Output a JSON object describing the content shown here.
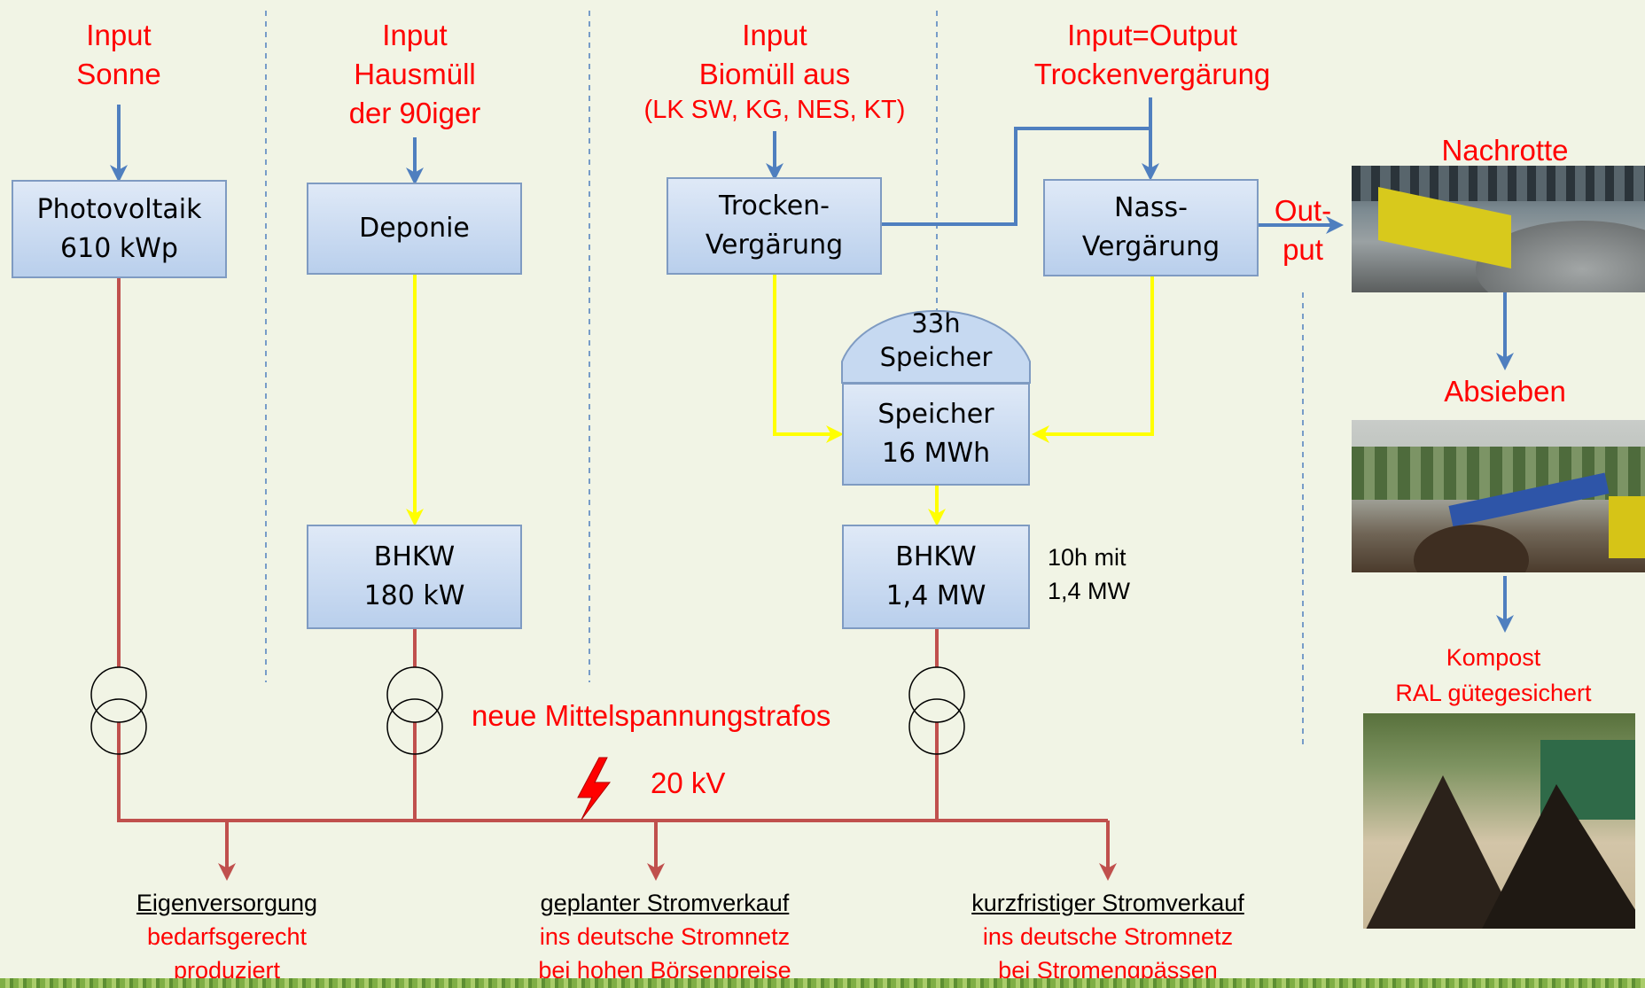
{
  "inputs": {
    "sonne": [
      "Input",
      "Sonne"
    ],
    "hausmuell": [
      "Input",
      "Hausmüll",
      "der 90iger"
    ],
    "biomuell": [
      "Input",
      "Biomüll aus"
    ],
    "biomuell_sub": "(LK SW, KG, NES, KT)",
    "io": [
      "Input=Output",
      "Trockenvergärung"
    ]
  },
  "boxes": {
    "pv": [
      "Photovoltaik",
      "610 kWp"
    ],
    "deponie": "Deponie",
    "trocken": [
      "Trocken-",
      "Vergärung"
    ],
    "nass": [
      "Nass-",
      "Vergärung"
    ],
    "dome": [
      "33h",
      "Speicher"
    ],
    "speicher": [
      "Speicher",
      "16 MWh"
    ],
    "bhkw1": [
      "BHKW",
      "180 kW"
    ],
    "bhkw2": [
      "BHKW",
      "1,4 MW"
    ]
  },
  "bhkw2_note": [
    "10h mit",
    "1,4 MW"
  ],
  "output_label": [
    "Out-",
    "put"
  ],
  "mittelspannung": "neue Mittelspannungstrafos",
  "voltage": "20 kV",
  "outputs": [
    {
      "title": "Eigenversorgung",
      "lines": [
        "bedarfsgerecht",
        "produziert"
      ]
    },
    {
      "title": "geplanter Stromverkauf ",
      "lines": [
        "ins deutsche Stromnetz",
        "bei hohen Börsenpreise"
      ]
    },
    {
      "title": "kurzfristiger Stromverkauf",
      "lines": [
        "ins deutsche Stromnetz",
        "bei Stromengpässen"
      ]
    }
  ],
  "compost": {
    "nachrotte": "Nachrotte",
    "absieben": "Absieben",
    "kompost": [
      "Kompost",
      "RAL gütegesichert"
    ]
  },
  "colors": {
    "red_text": "#ff0000",
    "blue_arrow": "#4f7fbf",
    "yellow_line": "#ffff00",
    "power_line": "#c0504d",
    "box_fill": "#c6d9f1",
    "background": "#f1f4e5"
  }
}
